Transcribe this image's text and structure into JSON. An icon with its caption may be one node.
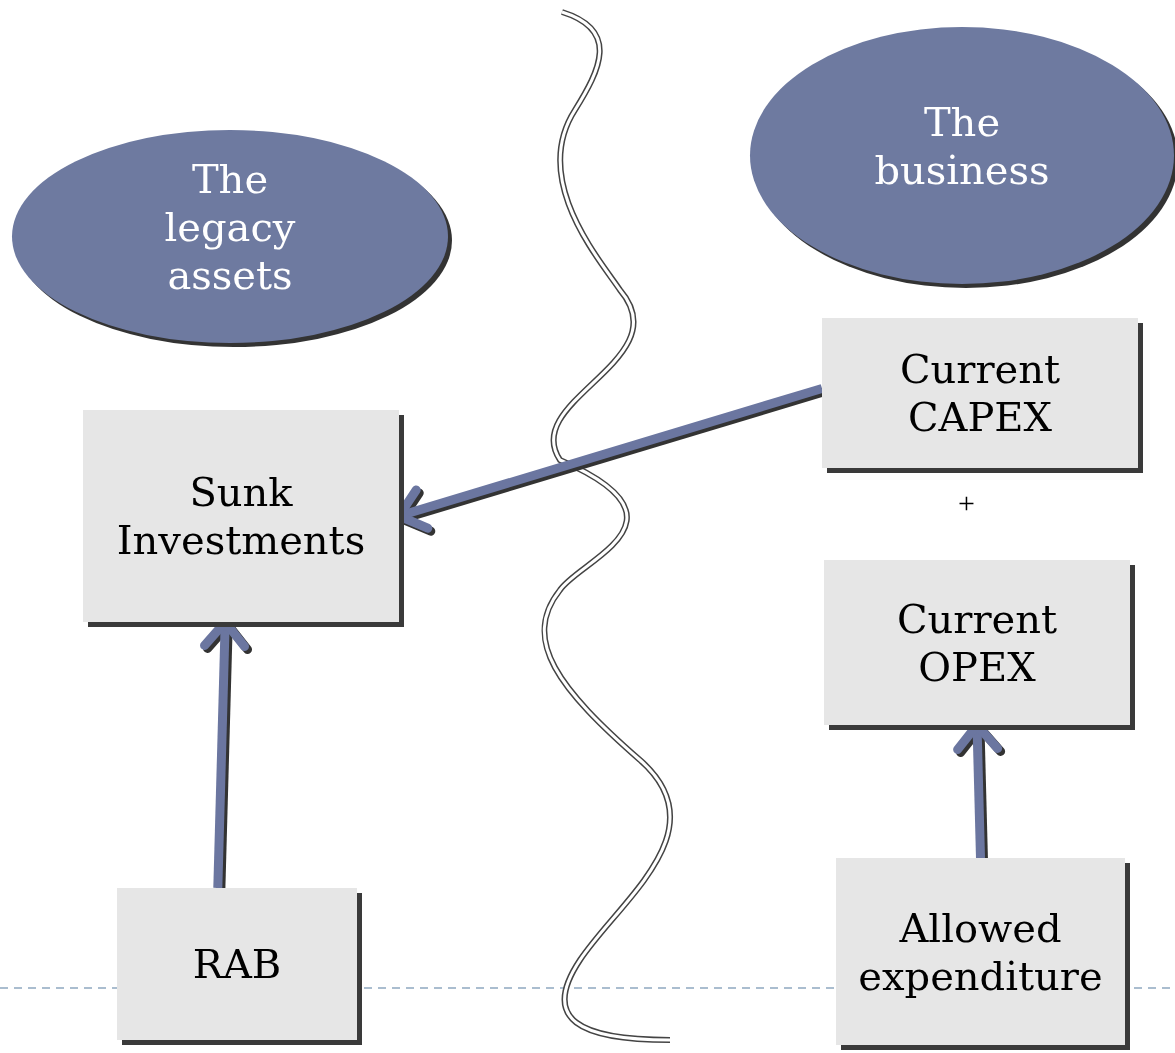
{
  "diagram": {
    "nodes": [
      {
        "text": [
          "The legacy assets"
        ]
      },
      {
        "text": [
          "The business"
        ]
      },
      {
        "text": [
          "Sunk Investments"
        ]
      },
      {
        "text": [
          "Current CAPEX"
        ]
      },
      {
        "text": [
          "Current OPEX"
        ]
      },
      {
        "text": [
          "RAB"
        ]
      },
      {
        "text": [
          "Allowed expenditure"
        ]
      }
    ],
    "edges": [
      {
        "from": 3,
        "to": 2,
        "arrow": "to"
      },
      {
        "from": 5,
        "to": 2,
        "arrow": "to"
      },
      {
        "from": 6,
        "to": 4,
        "arrow": "to"
      }
    ],
    "labels": [
      "+"
    ]
  }
}
